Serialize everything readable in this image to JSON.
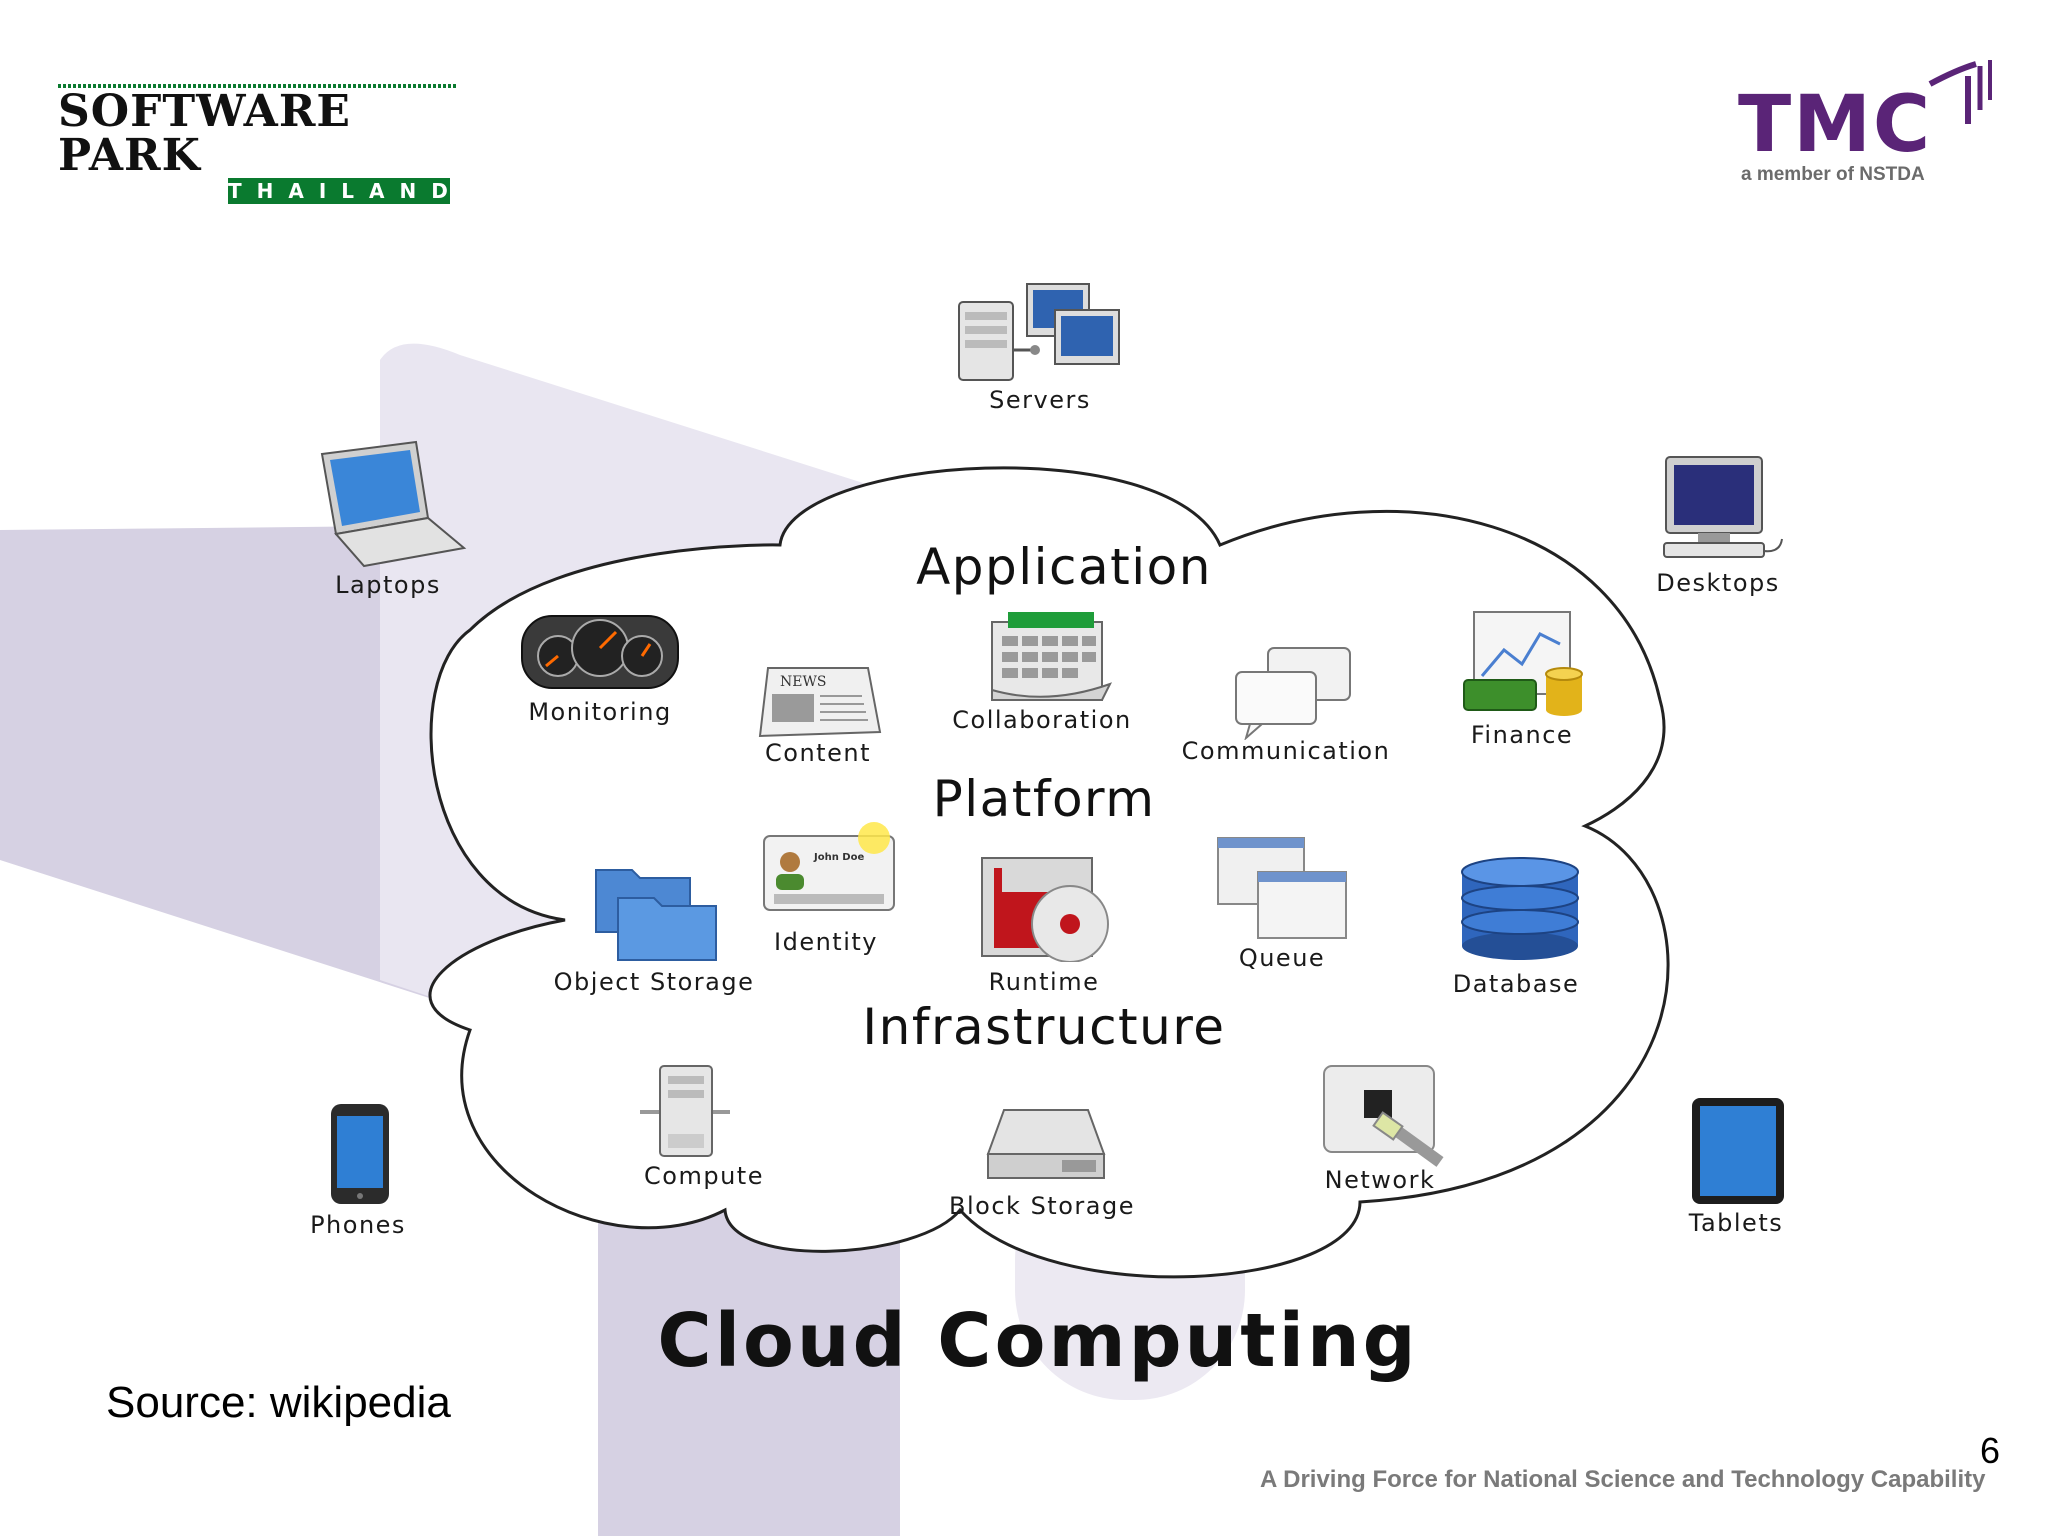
{
  "slide": {
    "page_number": "6",
    "source": "Source: wikipedia",
    "footer_tagline": "A Driving Force for National Science and Technology Capability"
  },
  "logos": {
    "software_park_line1": "SOFTWARE PARK",
    "software_park_line2": "THAILAND",
    "tmc_name": "TMC",
    "tmc_subtitle": "a member of NSTDA"
  },
  "diagram": {
    "title": "Cloud Computing",
    "layers": {
      "application": "Application",
      "platform": "Platform",
      "infrastructure": "Infrastructure"
    },
    "application_items": [
      "Monitoring",
      "Content",
      "Collaboration",
      "Communication",
      "Finance"
    ],
    "platform_items": [
      "Object Storage",
      "Identity",
      "Runtime",
      "Queue",
      "Database"
    ],
    "infrastructure_items": [
      "Compute",
      "Block Storage",
      "Network"
    ],
    "clients": [
      "Servers",
      "Laptops",
      "Desktops",
      "Phones",
      "Tablets"
    ],
    "icon_text": {
      "news": "NEWS",
      "id_name": "John Doe"
    }
  },
  "colors": {
    "background_band": "#d6d1e3",
    "background_band_light": "#e9e6f1",
    "software_park_green": "#0a7a2f",
    "tmc_purple": "#5a2477",
    "cloud_fill": "#ffffff",
    "cloud_stroke": "#222222"
  }
}
